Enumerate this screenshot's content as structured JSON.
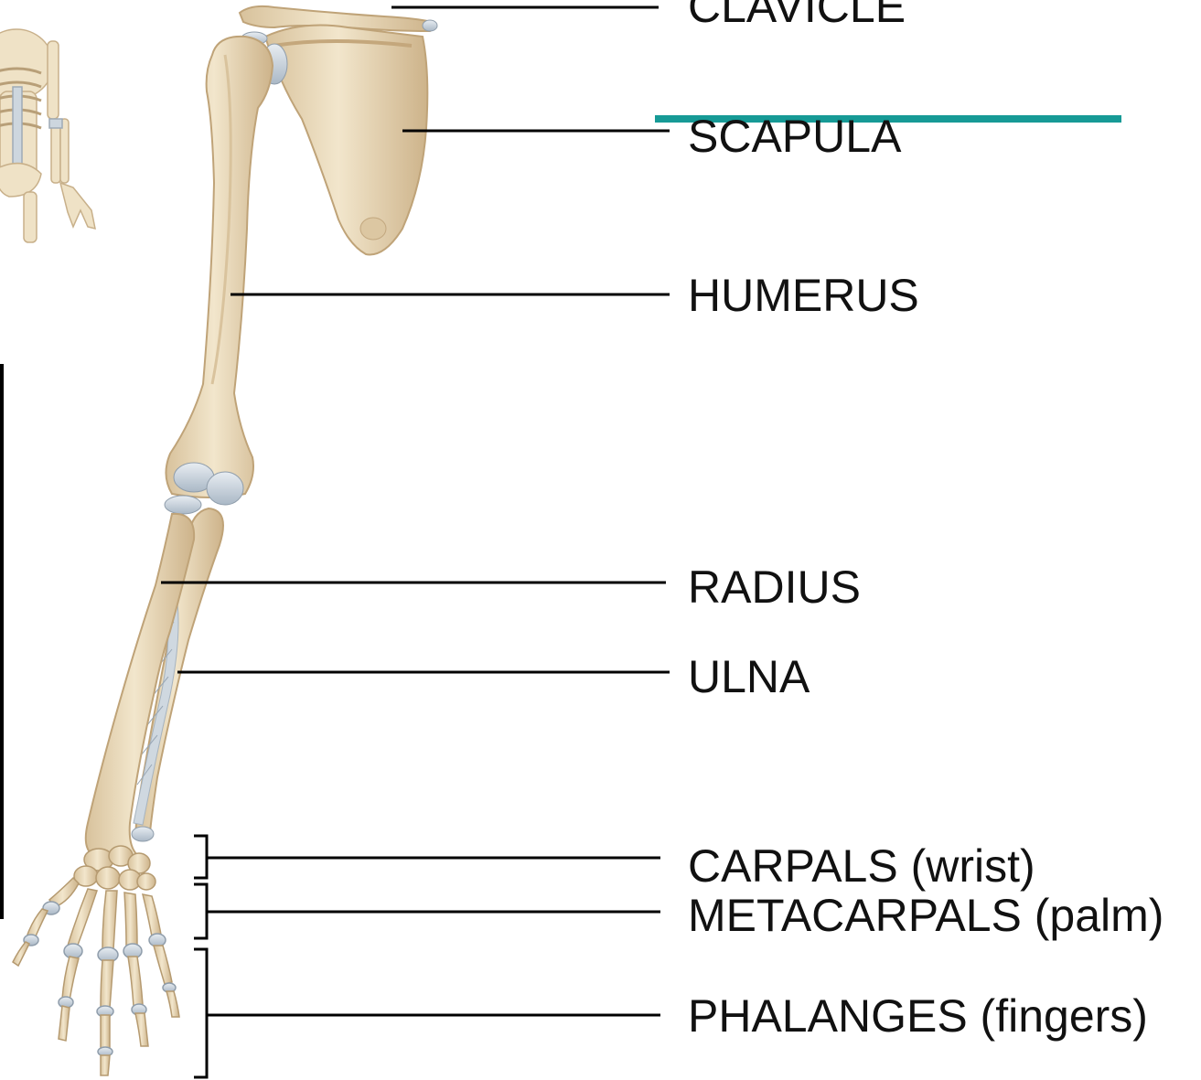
{
  "labels": {
    "clavicle": "CLAVICLE",
    "scapula": "SCAPULA",
    "humerus": "HUMERUS",
    "radius": "RADIUS",
    "ulna": "ULNA",
    "carpals": "CARPALS (wrist)",
    "metacarpals": "METACARPALS (palm)",
    "phalanges": "PHALANGES (fingers)"
  },
  "colors": {
    "bone": "#ead9b9",
    "bone_shadow": "#c9ad84",
    "cartilage": "#c9d3dd",
    "leader": "#000000",
    "accent_bar": "#169a96"
  }
}
